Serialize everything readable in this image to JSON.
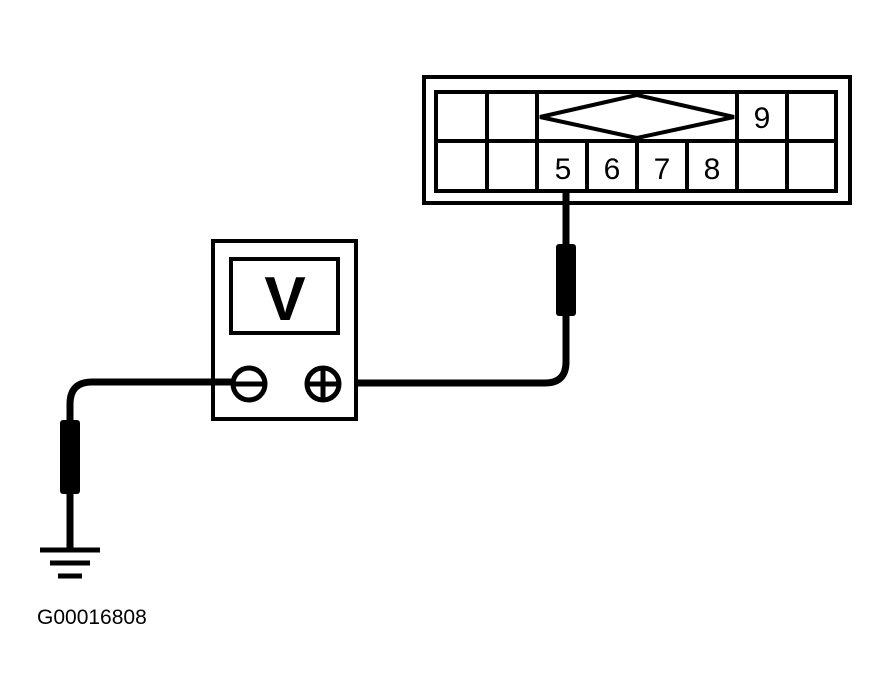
{
  "connector": {
    "pin_labels": {
      "pin5": "5",
      "pin6": "6",
      "pin7": "7",
      "pin8": "8",
      "pin9": "9"
    }
  },
  "voltmeter": {
    "label": "V"
  },
  "figure_id": "G00016808"
}
